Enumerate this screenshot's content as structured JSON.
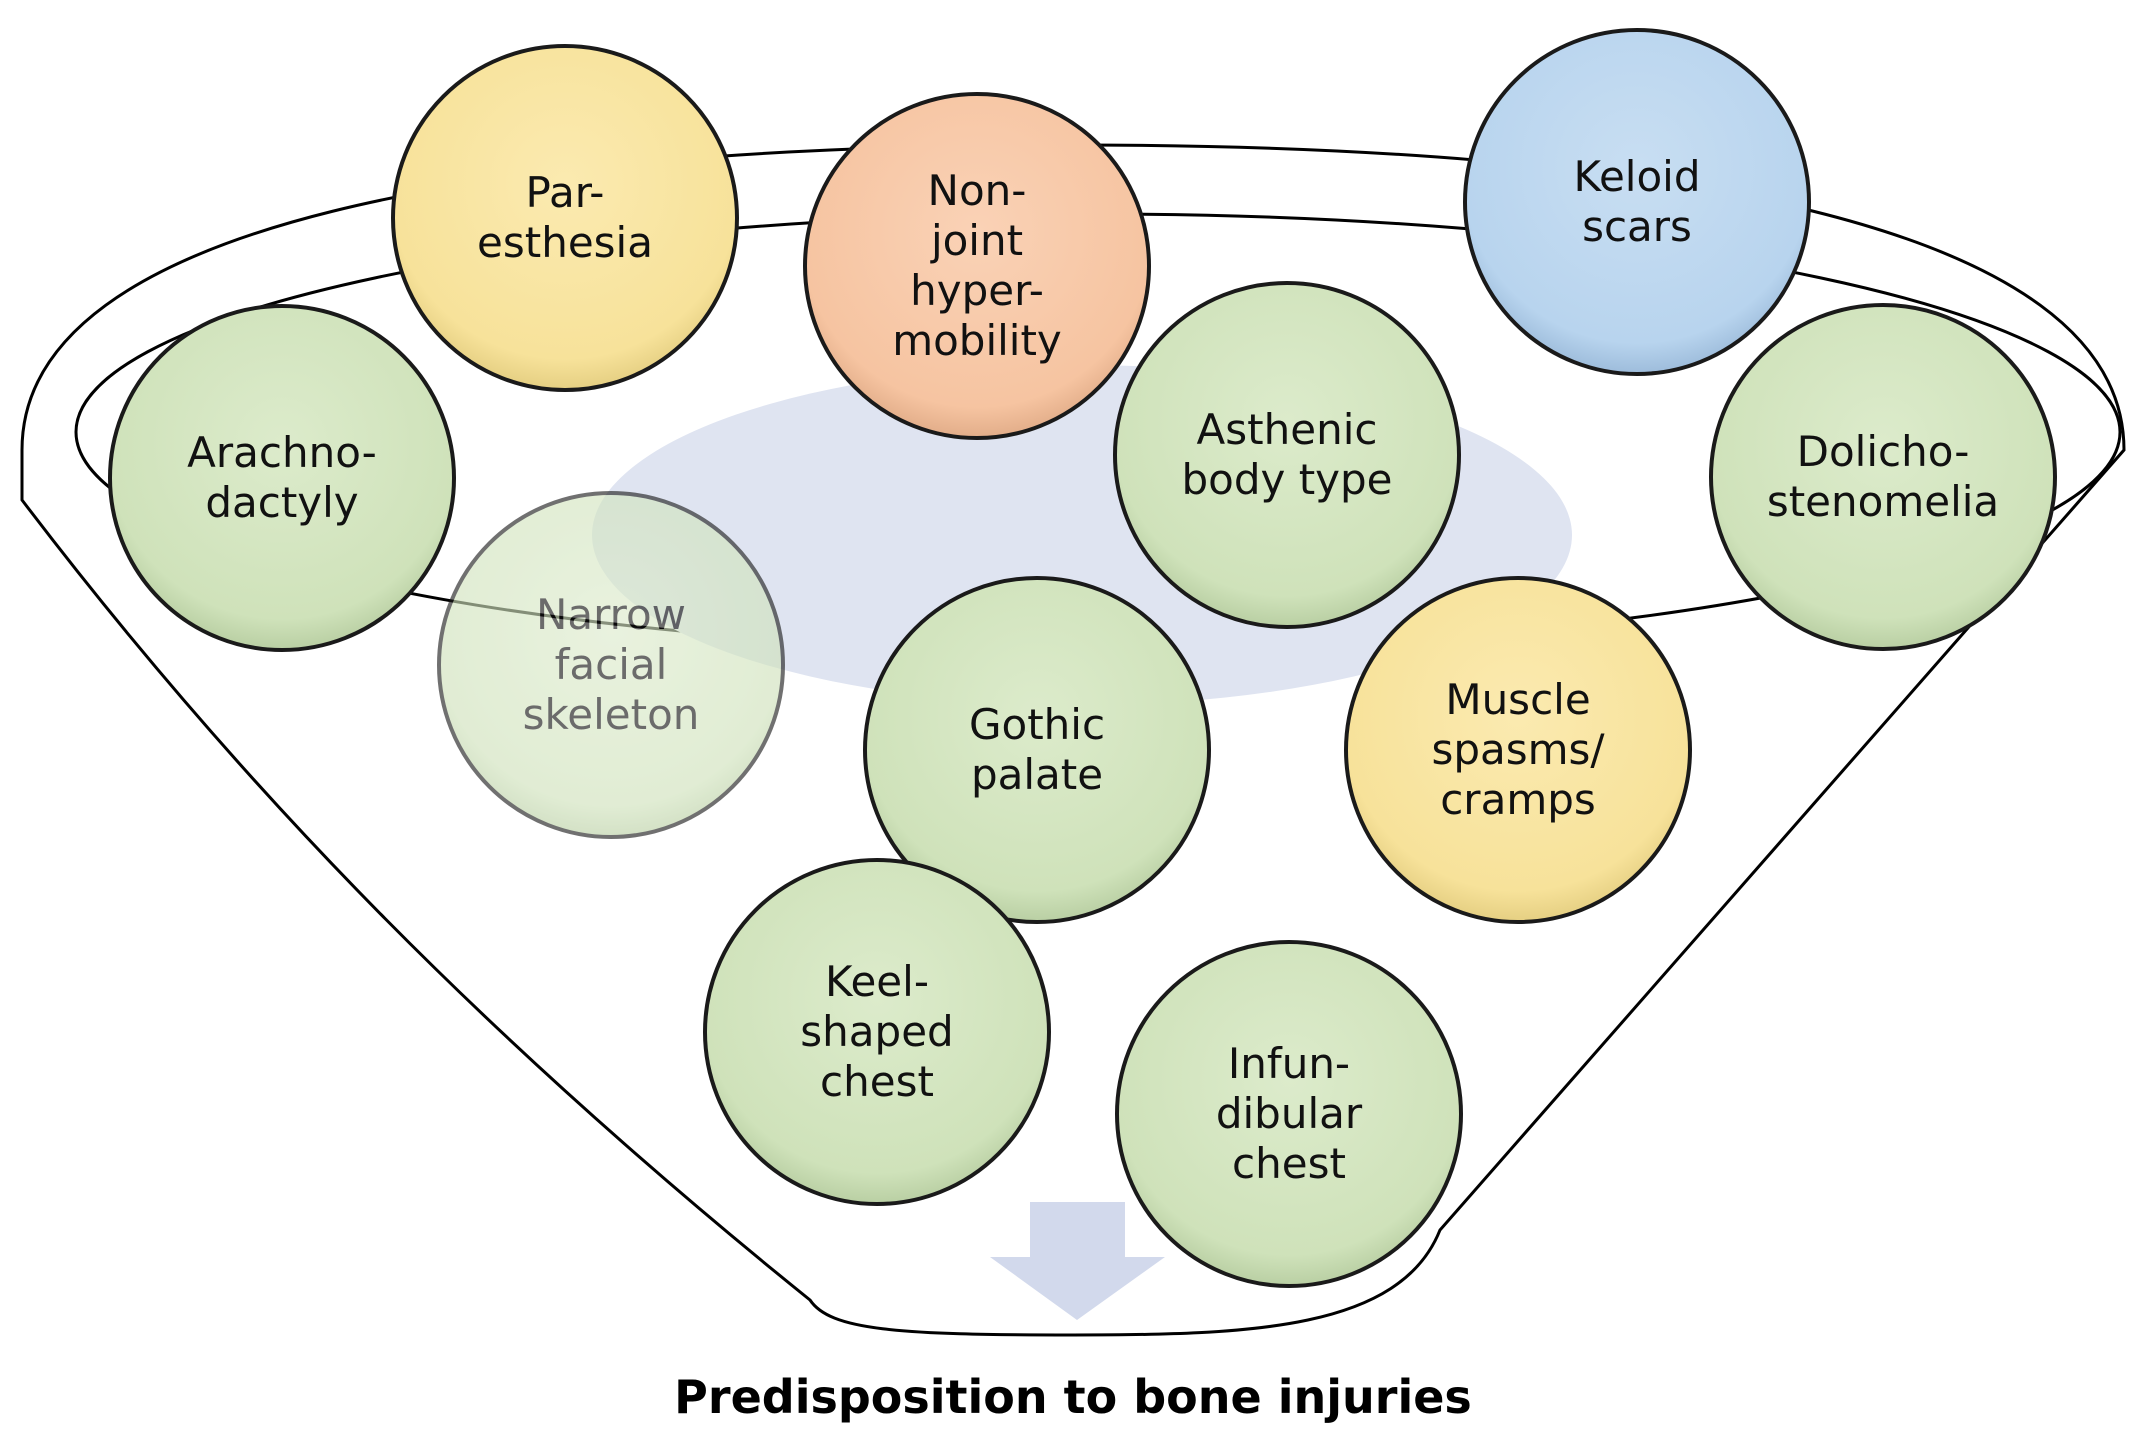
{
  "caption": "Predisposition to bone injuries",
  "colors": {
    "green": "#d3e5c0",
    "yellow": "#f9e6a2",
    "salmon": "#f8c9a8",
    "blue": "#bdd8ef",
    "ellipse_fill": "#dfe4f1",
    "arrow": "#d2d9ec",
    "outline": "#000000"
  },
  "nodes": [
    {
      "id": "paresthesia",
      "lines": [
        "Par-",
        "esthesia"
      ],
      "color": "yellow"
    },
    {
      "id": "non-joint-hypermobility",
      "lines": [
        "Non-",
        "joint",
        "hyper-",
        "mobility"
      ],
      "color": "salmon"
    },
    {
      "id": "keloid-scars",
      "lines": [
        "Keloid",
        "scars"
      ],
      "color": "blue"
    },
    {
      "id": "arachnodactyly",
      "lines": [
        "Arachno-",
        "dactyly"
      ],
      "color": "green"
    },
    {
      "id": "asthenic-body-type",
      "lines": [
        "Asthenic",
        "body type"
      ],
      "color": "green"
    },
    {
      "id": "dolichostenomelia",
      "lines": [
        "Dolicho-",
        "stenomelia"
      ],
      "color": "green"
    },
    {
      "id": "narrow-facial-skeleton",
      "lines": [
        "Narrow",
        "facial",
        "skeleton"
      ],
      "color": "green",
      "faded": true
    },
    {
      "id": "gothic-palate",
      "lines": [
        "Gothic",
        "palate"
      ],
      "color": "green"
    },
    {
      "id": "muscle-spasms-cramps",
      "lines": [
        "Muscle",
        "spasms/",
        "cramps"
      ],
      "color": "yellow"
    },
    {
      "id": "keel-shaped-chest",
      "lines": [
        "Keel-",
        "shaped",
        "chest"
      ],
      "color": "green"
    },
    {
      "id": "infundibular-chest",
      "lines": [
        "Infun-",
        "dibular",
        "chest"
      ],
      "color": "green"
    }
  ]
}
